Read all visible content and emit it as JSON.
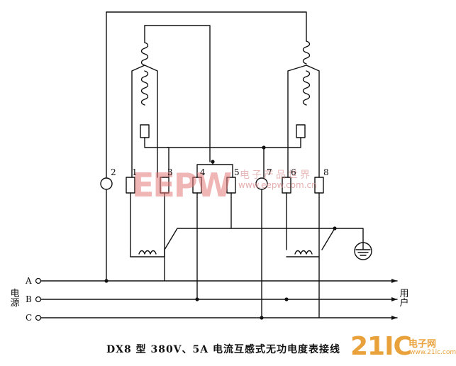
{
  "terminals": [
    "1",
    "2",
    "3",
    "4",
    "5",
    "6",
    "7",
    "8"
  ],
  "line_labels": [
    "A",
    "B",
    "C"
  ],
  "side_labels": {
    "left": [
      "电",
      "源"
    ],
    "right": [
      "用",
      "户"
    ]
  },
  "caption": "DX8 型 380V、5A 电流互感式无功电度表接线",
  "watermark": {
    "main": "EEPW",
    "sub": "电子产品世界",
    "url": "www.eepw.com.cn"
  },
  "logo": {
    "main": "21IC",
    "sub": "电子网",
    "url": "www.21ic.com"
  },
  "colors": {
    "line": "#111111",
    "watermark": "#e57a7a",
    "logo": "#e9a23b"
  }
}
